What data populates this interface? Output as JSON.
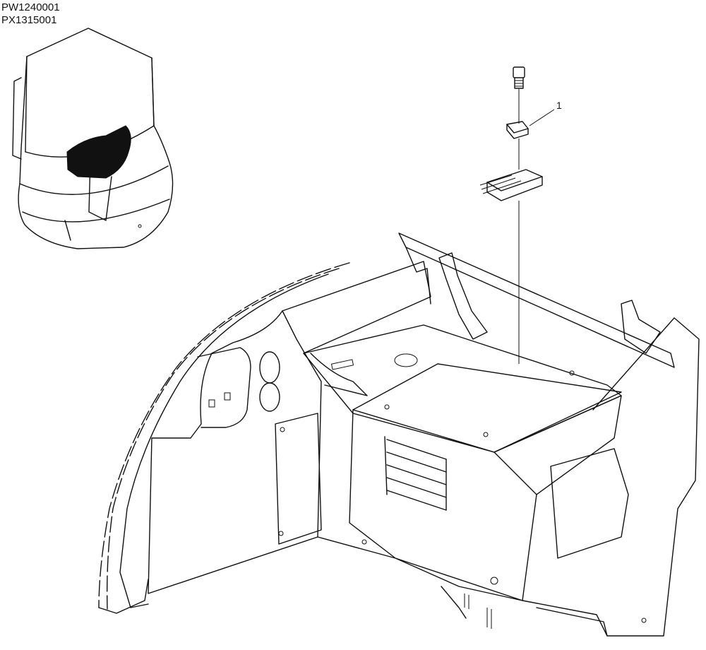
{
  "document": {
    "ids": [
      "PW1240001",
      "PX1315001"
    ]
  },
  "callouts": [
    {
      "label": "1",
      "part": "clip"
    }
  ]
}
